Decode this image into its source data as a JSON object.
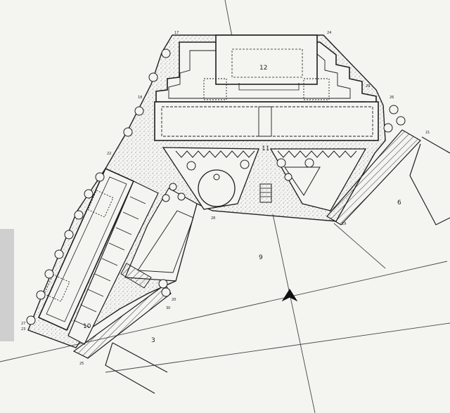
{
  "zones": {
    "z3": "3",
    "z6": "6",
    "z9": "9",
    "z10": "10",
    "z11": "11",
    "z12": "12"
  },
  "points": {
    "p17": "17",
    "p18": "18",
    "p19": "19",
    "p20": "20",
    "p21": "21",
    "p22": "22",
    "p23": "23",
    "p24": "24",
    "p25": "25",
    "p26": "26",
    "p27": "27",
    "p28": "28",
    "p29": "29",
    "p30": "30"
  },
  "colors": {
    "paper": "#f4f4f1",
    "ink": "#1e1e1e",
    "stipple": "#888888",
    "margin_strip": "#cfcfcf"
  },
  "icons": {
    "north": "north-arrow-icon",
    "tree": "tree-icon"
  }
}
